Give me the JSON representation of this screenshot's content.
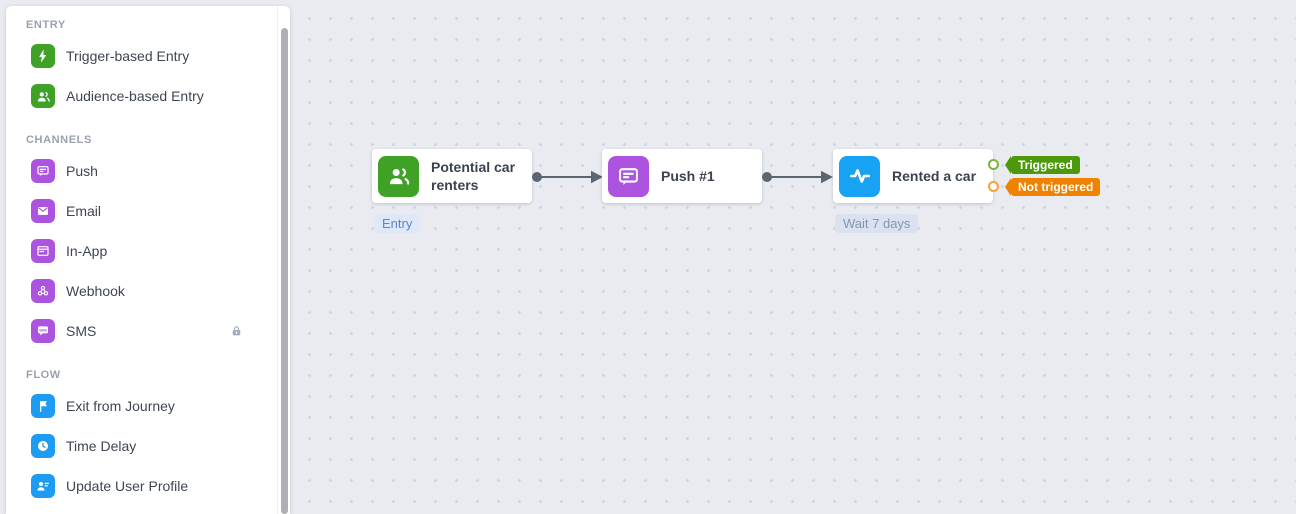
{
  "sidebar": {
    "sections": [
      {
        "title": "ENTRY",
        "items": [
          {
            "label": "Trigger-based Entry",
            "icon": "lightning-bolt-icon",
            "color": "#3FA227"
          },
          {
            "label": "Audience-based Entry",
            "icon": "audience-people-icon",
            "color": "#3FA227"
          }
        ]
      },
      {
        "title": "CHANNELS",
        "items": [
          {
            "label": "Push",
            "icon": "push-bubble-icon",
            "color": "#AC54E0"
          },
          {
            "label": "Email",
            "icon": "email-envelope-icon",
            "color": "#AC54E0"
          },
          {
            "label": "In-App",
            "icon": "in-app-window-icon",
            "color": "#AC54E0"
          },
          {
            "label": "Webhook",
            "icon": "webhook-icon",
            "color": "#AC54E0"
          },
          {
            "label": "SMS",
            "icon": "sms-bubble-icon",
            "color": "#AC54E0",
            "locked": true
          }
        ]
      },
      {
        "title": "FLOW",
        "items": [
          {
            "label": "Exit from Journey",
            "icon": "flag-icon",
            "color": "#1E9BF3"
          },
          {
            "label": "Time Delay",
            "icon": "clock-icon",
            "color": "#1E9BF3"
          },
          {
            "label": "Update User Profile",
            "icon": "user-edit-icon",
            "color": "#1E9BF3"
          }
        ]
      }
    ],
    "sms_icon_text": "SMS"
  },
  "canvas": {
    "nodes": [
      {
        "label": "Potential car renters",
        "type": "audience-entry",
        "icon": "audience-people-icon",
        "color": "#3FA227",
        "badge": "Entry"
      },
      {
        "label": "Push #1",
        "type": "push-message",
        "icon": "push-bubble-icon",
        "color": "#AC54E0"
      },
      {
        "label": "Rented a car",
        "type": "event-wait",
        "icon": "activity-pulse-icon",
        "color": "#17A2F3",
        "badge": "Wait 7 days",
        "ports": [
          {
            "label": "Triggered",
            "color": "#4C9A0B"
          },
          {
            "label": "Not triggered",
            "color": "#EF8200"
          }
        ]
      }
    ],
    "edges": [
      {
        "from": "Potential car renters",
        "to": "Push #1"
      },
      {
        "from": "Push #1",
        "to": "Rented a car"
      }
    ]
  },
  "colors": {
    "entry_green": "#3FA227",
    "channel_purple": "#AC54E0",
    "flow_blue": "#1E9BF3",
    "triggered_green": "#4C9A0B",
    "not_triggered_orange": "#EF8200",
    "canvas_background": "#E9EBF0",
    "entry_badge_text": "#5C85CB",
    "wait_badge_text": "#8495B2",
    "edge_gray": "#5B6672"
  }
}
